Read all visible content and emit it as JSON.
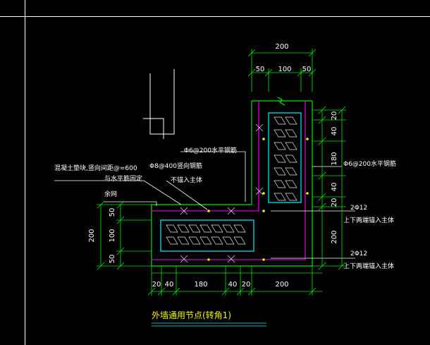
{
  "drawing": {
    "title": "外墙通用节点(转角1)",
    "colors": {
      "background": "#000000",
      "frame": "#ffffff",
      "outline": "#00e600",
      "wall_face": "#ff00ff",
      "insulation": "#00e5ee",
      "hatch": "#e8e8e8",
      "leader": "#ffffff",
      "title": "#f3f300",
      "title_underline": "#00b8b8",
      "rebar_dot": "#f3f300"
    },
    "dims": {
      "top_total": "200",
      "top_left": "50",
      "top_mid": "100",
      "top_right": "50",
      "left_total": "200",
      "left_top": "50",
      "left_mid": "100",
      "left_bottom": "50",
      "right_a": "20",
      "right_b": "40",
      "right_c": "180",
      "right_d": "40",
      "right_e": "20",
      "right_f": "200",
      "bottom_a": "20",
      "bottom_b": "40",
      "bottom_c": "180",
      "bottom_d": "40",
      "bottom_e": "20",
      "bottom_f": "200"
    },
    "notes": {
      "pour_note": "混凝土垫块,竖向间距@=600",
      "fix_note": "与水平筋固定",
      "sleeve": "余网",
      "vertical_rebar": "Φ8@400竖向钢筋",
      "vertical_rebar_note": "不锚入主体",
      "horizontal_rebar_left": "Φ6@200水平钢筋",
      "horizontal_rebar_right": "Φ6@200水平钢筋",
      "rebar_top": "2Φ12",
      "rebar_top_note": "上下两端锚入主体",
      "rebar_bottom": "2Φ12",
      "rebar_bottom_note": "上下两端锚入主体"
    }
  }
}
